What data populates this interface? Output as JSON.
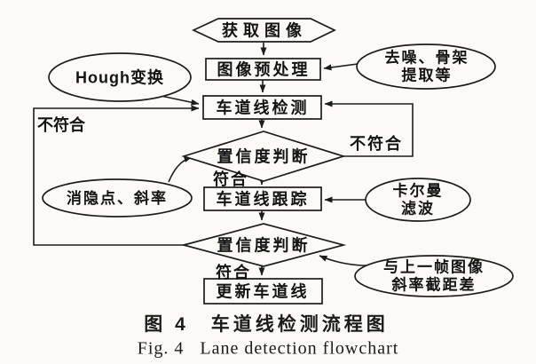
{
  "figure": {
    "background": "#fbfaf7",
    "ink": "#1c1c1c"
  },
  "nodes": {
    "acquire_image": "获取图像",
    "preprocess": "图像预处理",
    "hough_transform": "Hough变换",
    "denoise_skeleton": "去噪、骨架\n提取等",
    "lane_detection": "车道线检测",
    "confidence_check_1": "置信度判断",
    "lane_tracking": "车道线跟踪",
    "vanishing_point_slope": "消隐点、斜率",
    "kalman_filter": "卡尔曼\n滤波",
    "confidence_check_2": "置信度判断",
    "update_lane": "更新车道线",
    "prev_frame_diff": "与上一帧图像\n斜率截距差"
  },
  "edge_labels": {
    "pass_1": "符合",
    "pass_2": "符合",
    "fail_right": "不符合",
    "fail_left": "不符合"
  },
  "caption": {
    "zh": "图 4　车道线检测流程图",
    "en": "Fig. 4   Lane detection flowchart"
  }
}
